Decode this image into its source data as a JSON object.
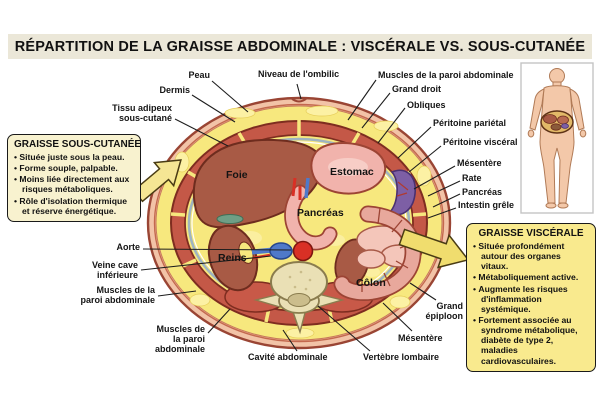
{
  "title": "RÉPARTITION DE LA GRAISSE ABDOMINALE : VISCÉRALE VS. SOUS-CUTANÉE",
  "left_box": {
    "title": "GRAISSE SOUS-CUTANÉE",
    "bullets": [
      "Située juste sous la peau.",
      "Forme souple, palpable.",
      "Moins liée directement aux risques métaboliques.",
      "Rôle d'isolation thermique et réserve énergétique."
    ]
  },
  "right_box": {
    "title": "GRAISSE VISCÉRALE",
    "bullets": [
      "Située profondément autour des organes vitaux.",
      "Métaboliquement active.",
      "Augmente les risques d'inflammation systémique.",
      "Fortement associée au syndrome métabolique, diabète de type 2, maladies cardiovasculaires."
    ]
  },
  "labels": {
    "peau": "Peau",
    "dermis": "Dermis",
    "tissu_adipeux": "Tissu adipeux\nsous-cutané",
    "niveau_ombilic": "Niveau de l'ombilic",
    "muscles_paroi_top": "Muscles de la paroi abdominale",
    "grand_droit": "Grand droit",
    "obliques": "Obliques",
    "peritoine_parietal": "Péritoine pariétal",
    "peritoine_visceral": "Péritoine viscéral",
    "mesentere_right": "Mésentère",
    "rate": "Rate",
    "pancreas_right": "Pancréas",
    "intestin_grele": "Intestin grêle",
    "aorte": "Aorte",
    "veine_cave": "Veine cave\ninférieure",
    "muscles_paroi_left": "Muscles de la\nparoi abdominale",
    "muscles_paroi_bottom": "Muscles de\nla paroi\nabdominale",
    "cavite_abdominale": "Cavité abdominale",
    "vertebre_lombaire": "Vertèbre lombaire",
    "mesentere_bottom": "Mésentère",
    "grand_epiploon": "Grand\népiploon",
    "foie": "Foie",
    "estomac": "Estomac",
    "pancreas_center": "Pancréas",
    "reins": "Reins",
    "colon": "Côlon"
  },
  "colors": {
    "title_bar": "#ebe7d8",
    "skin": "#f2c3a7",
    "fat_yellow": "#f7e87e",
    "muscle_red": "#c45847",
    "liver": "#a85a45",
    "stomach_pink": "#f1b3ac",
    "spleen_purple": "#7d5fa5",
    "pancreas_tan": "#efdc8e",
    "aorta_red": "#d93025",
    "vein_blue": "#4f79c9",
    "vertebra_cream": "#eae0b5",
    "box_left_bg": "#f8f2cf",
    "box_right_bg": "#f9ea8e",
    "arrow_yellow": "#f5e694"
  }
}
